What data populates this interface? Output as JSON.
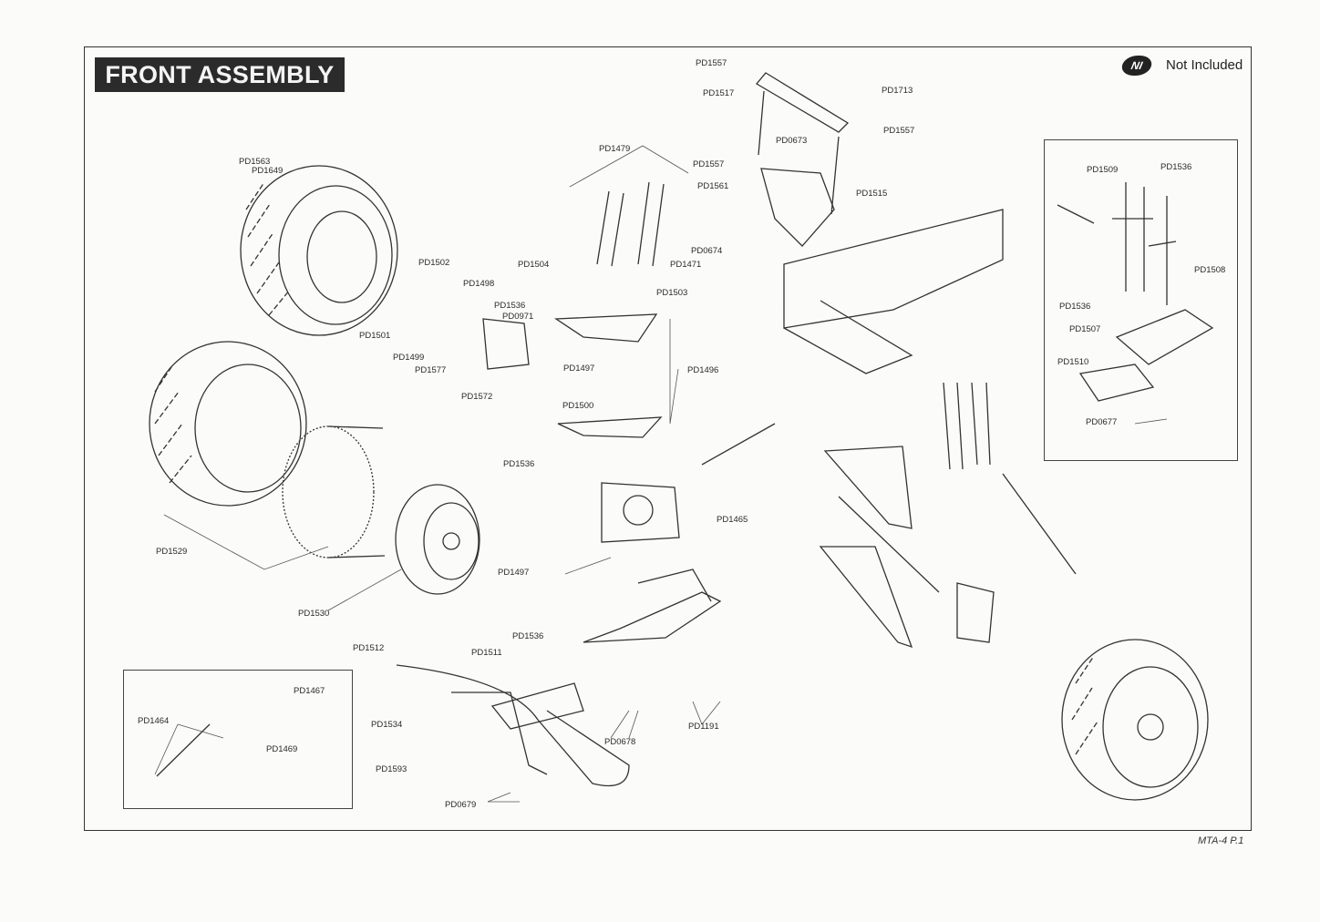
{
  "title": "FRONT ASSEMBLY",
  "legend": {
    "badge": "NI",
    "text": "Not Included"
  },
  "page_number": "MTA-4 P.1",
  "part_labels": {
    "pd1557_top": "PD1557",
    "pd1517": "PD1517",
    "pd1713": "PD1713",
    "pd1557_right": "PD1557",
    "pd0673": "PD0673",
    "pd1557_mid": "PD1557",
    "pd1561": "PD1561",
    "pd1515": "PD1515",
    "pd1479": "PD1479",
    "pd0674": "PD0674",
    "pd1471": "PD1471",
    "pd1503": "PD1503",
    "pd1504": "PD1504",
    "pd1563": "PD1563",
    "pd1649": "PD1649",
    "pd1502": "PD1502",
    "pd1498": "PD1498",
    "pd1536_a": "PD1536",
    "pd0971": "PD0971",
    "pd1501": "PD1501",
    "pd1499": "PD1499",
    "pd1577": "PD1577",
    "pd1497_a": "PD1497",
    "pd1496": "PD1496",
    "pd1572": "PD1572",
    "pd1500": "PD1500",
    "pd1536_b": "PD1536",
    "pd1465": "PD1465",
    "pd1529": "PD1529",
    "pd1497_b": "PD1497",
    "pd1530": "PD1530",
    "pd1512": "PD1512",
    "pd1511": "PD1511",
    "pd1536_c": "PD1536",
    "pd1534": "PD1534",
    "pd1593": "PD1593",
    "pd0679": "PD0679",
    "pd0678": "PD0678",
    "pd1191": "PD1191",
    "pd1467": "PD1467",
    "pd1464": "PD1464",
    "pd1469": "PD1469",
    "pd1509": "PD1509",
    "pd1536_d": "PD1536",
    "pd1508": "PD1508",
    "pd1536_e": "PD1536",
    "pd1507": "PD1507",
    "pd1510": "PD1510",
    "pd0677": "PD0677"
  }
}
